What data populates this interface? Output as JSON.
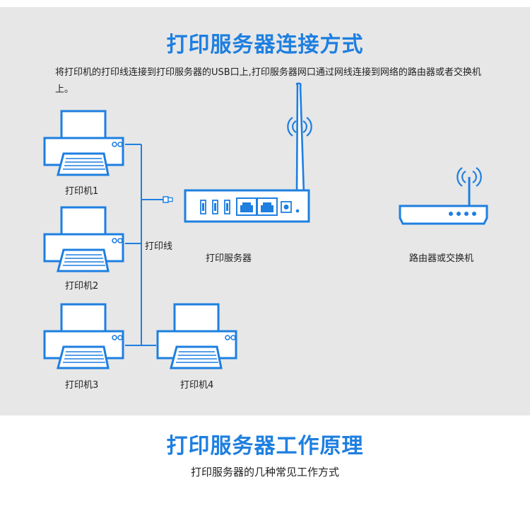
{
  "section1": {
    "title": "打印服务器连接方式",
    "description": "将打印机的打印线连接到打印服务器的USB口上,打印服务器网口通过网线连接到网络的路由器或者交换机上。"
  },
  "diagram": {
    "printers": [
      "打印机1",
      "打印机2",
      "打印机3",
      "打印机4"
    ],
    "cable_label": "打印线",
    "server_label": "打印服务器",
    "router_label": "路由器或交换机"
  },
  "section2": {
    "title": "打印服务器工作原理",
    "subtitle": "打印服务器的几种常见工作方式"
  },
  "colors": {
    "accent": "#1e7fe0",
    "panel_bg": "#e7e7e7",
    "device_fill": "#ffffff"
  }
}
